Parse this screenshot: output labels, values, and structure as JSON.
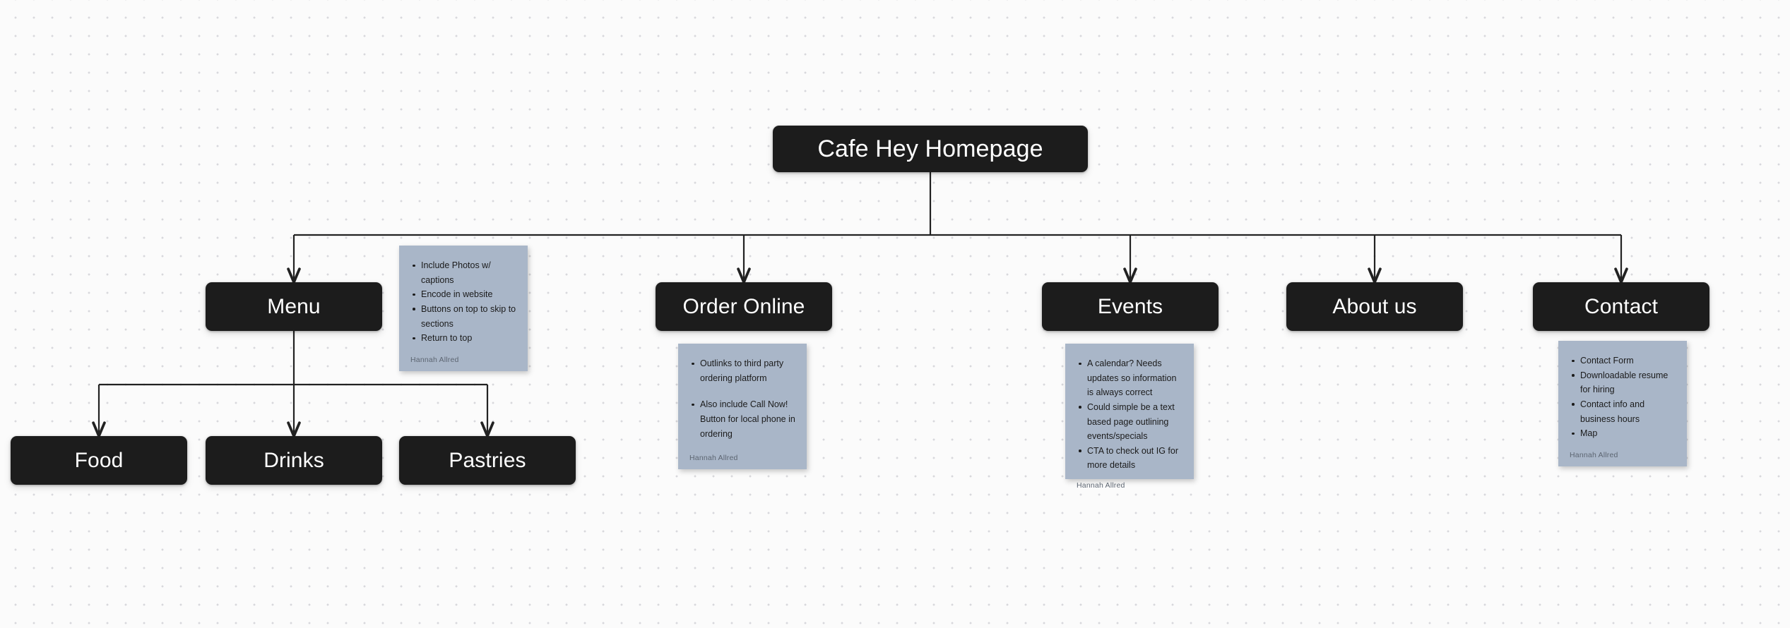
{
  "board": {
    "background_color": "#fbfbfb",
    "node_color": "#1c1c1c",
    "note_color": "#a9b6c8",
    "connector_color": "#222222"
  },
  "nodes": {
    "root": {
      "label": "Cafe Hey Homepage"
    },
    "level2": [
      {
        "label": "Menu"
      },
      {
        "label": "Order Online"
      },
      {
        "label": "Events"
      },
      {
        "label": "About us"
      },
      {
        "label": "Contact"
      }
    ],
    "level3": [
      {
        "label": "Food"
      },
      {
        "label": "Drinks"
      },
      {
        "label": "Pastries"
      }
    ]
  },
  "notes": [
    {
      "attached_to": "Menu",
      "items": [
        "Include Photos w/ captions",
        "Encode in website",
        "Buttons on top to skip to sections",
        "Return to top"
      ],
      "author": "Hannah Allred"
    },
    {
      "attached_to": "Order Online",
      "items": [
        "Outlinks to third party ordering platform",
        "Also include Call Now! Button for local phone in ordering"
      ],
      "author": "Hannah Allred"
    },
    {
      "attached_to": "Events",
      "items": [
        "A calendar? Needs updates so information is always correct",
        "Could simple be a text based page outlining events/specials",
        "CTA to check out IG for more details"
      ],
      "author": "Hannah Allred"
    },
    {
      "attached_to": "Contact",
      "items": [
        "Contact Form",
        "Downloadable resume for hiring",
        "Contact info and business hours",
        "Map"
      ],
      "author": "Hannah Allred"
    }
  ]
}
